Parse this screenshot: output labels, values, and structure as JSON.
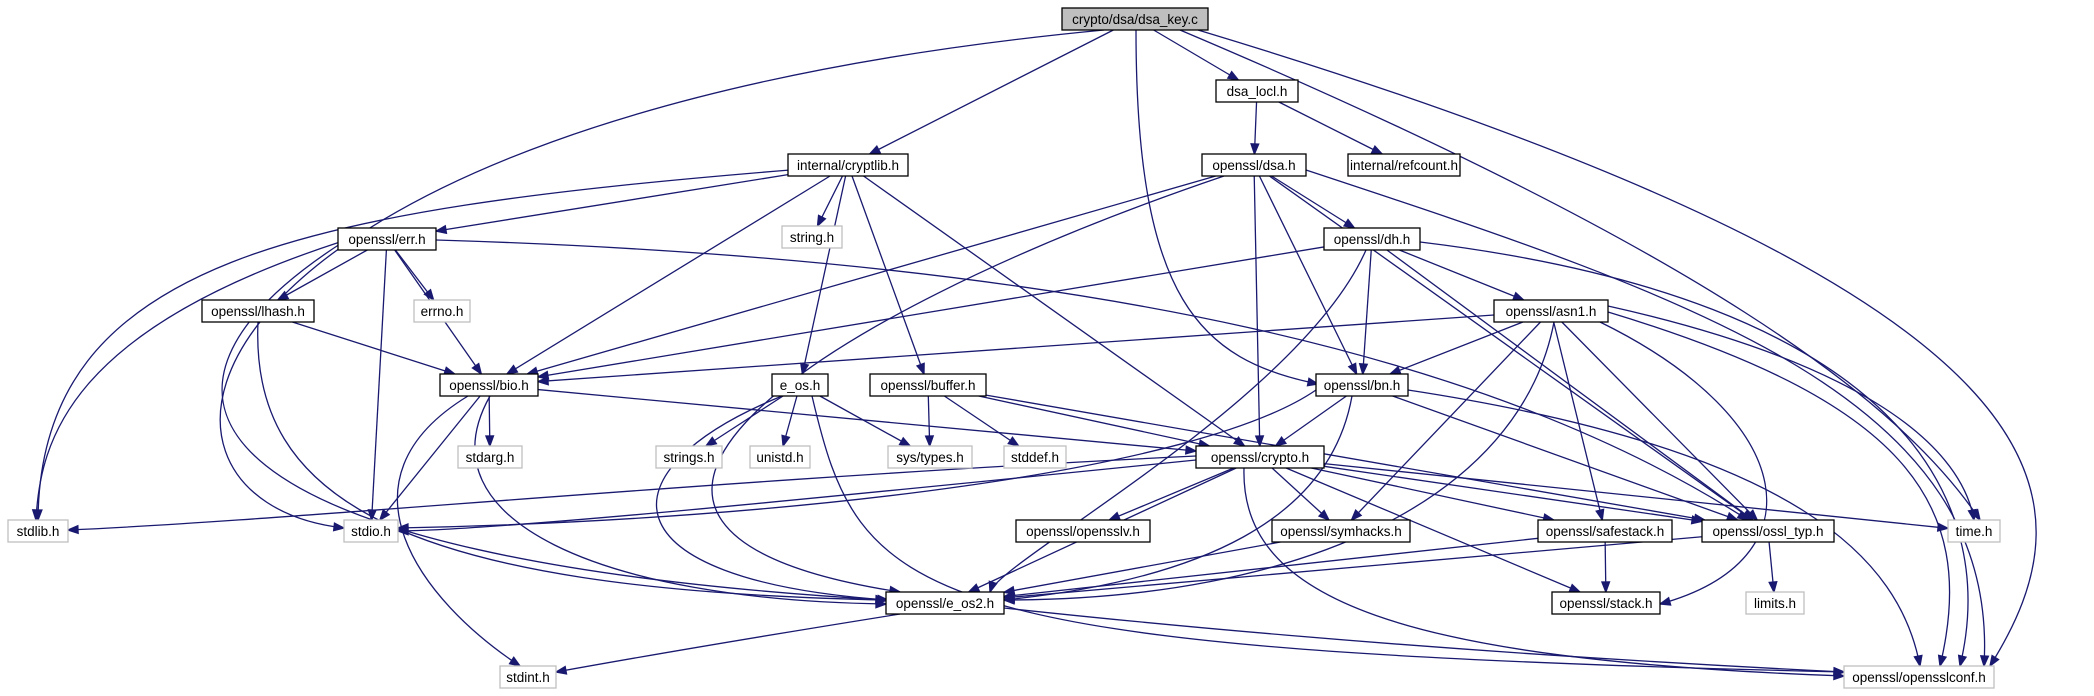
{
  "graph": {
    "nodes": [
      {
        "id": "dsa_key",
        "label": "crypto/dsa/dsa_key.c",
        "kind": "root"
      },
      {
        "id": "dsa_locl",
        "label": "dsa_locl.h",
        "kind": "doc"
      },
      {
        "id": "cryptlib",
        "label": "internal/cryptlib.h",
        "kind": "doc"
      },
      {
        "id": "refcount",
        "label": "internal/refcount.h",
        "kind": "doc"
      },
      {
        "id": "dsa_h",
        "label": "openssl/dsa.h",
        "kind": "doc"
      },
      {
        "id": "string_h",
        "label": "string.h",
        "kind": "system"
      },
      {
        "id": "err_h",
        "label": "openssl/err.h",
        "kind": "doc"
      },
      {
        "id": "dh_h",
        "label": "openssl/dh.h",
        "kind": "doc"
      },
      {
        "id": "errno_h",
        "label": "errno.h",
        "kind": "system"
      },
      {
        "id": "lhash_h",
        "label": "openssl/lhash.h",
        "kind": "doc"
      },
      {
        "id": "asn1_h",
        "label": "openssl/asn1.h",
        "kind": "doc"
      },
      {
        "id": "bio_h",
        "label": "openssl/bio.h",
        "kind": "doc"
      },
      {
        "id": "e_os_h",
        "label": "e_os.h",
        "kind": "doc"
      },
      {
        "id": "buffer_h",
        "label": "openssl/buffer.h",
        "kind": "doc"
      },
      {
        "id": "bn_h",
        "label": "openssl/bn.h",
        "kind": "doc"
      },
      {
        "id": "stdarg_h",
        "label": "stdarg.h",
        "kind": "system"
      },
      {
        "id": "strings_h",
        "label": "strings.h",
        "kind": "system"
      },
      {
        "id": "unistd_h",
        "label": "unistd.h",
        "kind": "system"
      },
      {
        "id": "systypes_h",
        "label": "sys/types.h",
        "kind": "system"
      },
      {
        "id": "stddef_h",
        "label": "stddef.h",
        "kind": "system"
      },
      {
        "id": "crypto_h",
        "label": "openssl/crypto.h",
        "kind": "doc"
      },
      {
        "id": "stdlib_h",
        "label": "stdlib.h",
        "kind": "system"
      },
      {
        "id": "stdio_h",
        "label": "stdio.h",
        "kind": "system"
      },
      {
        "id": "opensslv_h",
        "label": "openssl/opensslv.h",
        "kind": "doc"
      },
      {
        "id": "symhacks_h",
        "label": "openssl/symhacks.h",
        "kind": "doc"
      },
      {
        "id": "safestack_h",
        "label": "openssl/safestack.h",
        "kind": "doc"
      },
      {
        "id": "ossl_typ_h",
        "label": "openssl/ossl_typ.h",
        "kind": "doc"
      },
      {
        "id": "time_h",
        "label": "time.h",
        "kind": "system"
      },
      {
        "id": "e_os2_h",
        "label": "openssl/e_os2.h",
        "kind": "doc"
      },
      {
        "id": "stack_h",
        "label": "openssl/stack.h",
        "kind": "doc"
      },
      {
        "id": "limits_h",
        "label": "limits.h",
        "kind": "system"
      },
      {
        "id": "stdint_h",
        "label": "stdint.h",
        "kind": "system"
      },
      {
        "id": "opensslconf_h",
        "label": "openssl/opensslconf.h",
        "kind": "system"
      }
    ],
    "edges": [
      [
        "dsa_key",
        "stdio_h"
      ],
      [
        "dsa_key",
        "time_h"
      ],
      [
        "dsa_key",
        "cryptlib"
      ],
      [
        "dsa_key",
        "bn_h"
      ],
      [
        "dsa_key",
        "dsa_locl"
      ],
      [
        "dsa_key",
        "opensslconf_h"
      ],
      [
        "dsa_locl",
        "dsa_h"
      ],
      [
        "dsa_locl",
        "refcount"
      ],
      [
        "cryptlib",
        "stdlib_h"
      ],
      [
        "cryptlib",
        "string_h"
      ],
      [
        "cryptlib",
        "err_h"
      ],
      [
        "cryptlib",
        "bio_h"
      ],
      [
        "cryptlib",
        "e_os_h"
      ],
      [
        "cryptlib",
        "buffer_h"
      ],
      [
        "cryptlib",
        "crypto_h"
      ],
      [
        "dsa_h",
        "bio_h"
      ],
      [
        "dsa_h",
        "e_os2_h"
      ],
      [
        "dsa_h",
        "dh_h"
      ],
      [
        "dsa_h",
        "bn_h"
      ],
      [
        "dsa_h",
        "crypto_h"
      ],
      [
        "dsa_h",
        "ossl_typ_h"
      ],
      [
        "dsa_h",
        "opensslconf_h"
      ],
      [
        "err_h",
        "stdlib_h"
      ],
      [
        "err_h",
        "e_os2_h"
      ],
      [
        "err_h",
        "lhash_h"
      ],
      [
        "err_h",
        "errno_h"
      ],
      [
        "err_h",
        "stdio_h"
      ],
      [
        "err_h",
        "bio_h"
      ],
      [
        "err_h",
        "ossl_typ_h"
      ],
      [
        "dh_h",
        "bio_h"
      ],
      [
        "dh_h",
        "e_os2_h"
      ],
      [
        "dh_h",
        "bn_h"
      ],
      [
        "dh_h",
        "asn1_h"
      ],
      [
        "dh_h",
        "ossl_typ_h"
      ],
      [
        "dh_h",
        "opensslconf_h"
      ],
      [
        "lhash_h",
        "bio_h"
      ],
      [
        "lhash_h",
        "e_os2_h"
      ],
      [
        "asn1_h",
        "bio_h"
      ],
      [
        "asn1_h",
        "bn_h"
      ],
      [
        "asn1_h",
        "e_os2_h"
      ],
      [
        "asn1_h",
        "symhacks_h"
      ],
      [
        "asn1_h",
        "safestack_h"
      ],
      [
        "asn1_h",
        "ossl_typ_h"
      ],
      [
        "asn1_h",
        "time_h"
      ],
      [
        "asn1_h",
        "stack_h"
      ],
      [
        "asn1_h",
        "opensslconf_h"
      ],
      [
        "bio_h",
        "stdio_h"
      ],
      [
        "bio_h",
        "stdarg_h"
      ],
      [
        "bio_h",
        "crypto_h"
      ],
      [
        "bio_h",
        "e_os2_h"
      ],
      [
        "bio_h",
        "stdint_h"
      ],
      [
        "e_os_h",
        "strings_h"
      ],
      [
        "e_os_h",
        "unistd_h"
      ],
      [
        "e_os_h",
        "systypes_h"
      ],
      [
        "e_os_h",
        "e_os2_h"
      ],
      [
        "e_os_h",
        "opensslconf_h"
      ],
      [
        "buffer_h",
        "systypes_h"
      ],
      [
        "buffer_h",
        "stddef_h"
      ],
      [
        "buffer_h",
        "crypto_h"
      ],
      [
        "buffer_h",
        "ossl_typ_h"
      ],
      [
        "bn_h",
        "stdio_h"
      ],
      [
        "bn_h",
        "crypto_h"
      ],
      [
        "bn_h",
        "e_os2_h"
      ],
      [
        "bn_h",
        "ossl_typ_h"
      ],
      [
        "bn_h",
        "opensslconf_h"
      ],
      [
        "crypto_h",
        "stdlib_h"
      ],
      [
        "crypto_h",
        "stdio_h"
      ],
      [
        "crypto_h",
        "e_os2_h"
      ],
      [
        "crypto_h",
        "opensslv_h"
      ],
      [
        "crypto_h",
        "symhacks_h"
      ],
      [
        "crypto_h",
        "safestack_h"
      ],
      [
        "crypto_h",
        "ossl_typ_h"
      ],
      [
        "crypto_h",
        "stack_h"
      ],
      [
        "crypto_h",
        "time_h"
      ],
      [
        "crypto_h",
        "opensslconf_h"
      ],
      [
        "symhacks_h",
        "e_os2_h"
      ],
      [
        "safestack_h",
        "stack_h"
      ],
      [
        "safestack_h",
        "e_os2_h"
      ],
      [
        "ossl_typ_h",
        "e_os2_h"
      ],
      [
        "ossl_typ_h",
        "limits_h"
      ],
      [
        "e_os2_h",
        "stdint_h"
      ],
      [
        "e_os2_h",
        "opensslconf_h"
      ]
    ]
  },
  "colors": {
    "edge": "#191970",
    "node_border": "#000000",
    "system_border": "#bfbfbf",
    "root_fill": "#bfbfbf",
    "background": "#ffffff"
  }
}
